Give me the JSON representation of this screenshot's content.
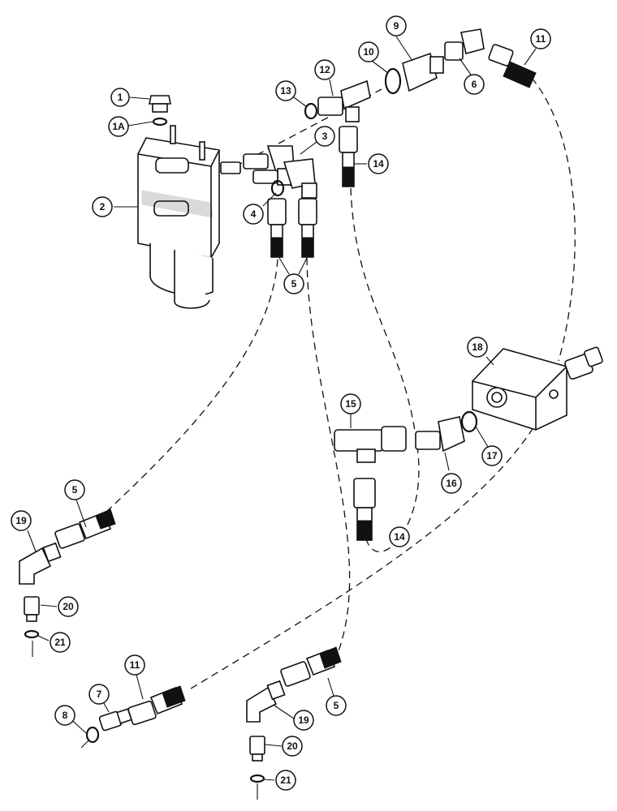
{
  "callouts": [
    {
      "id": "c1",
      "label": "1"
    },
    {
      "id": "c1a",
      "label": "1A"
    },
    {
      "id": "c2",
      "label": "2"
    },
    {
      "id": "c3",
      "label": "3"
    },
    {
      "id": "c4",
      "label": "4"
    },
    {
      "id": "c5a",
      "label": "5"
    },
    {
      "id": "c5b",
      "label": "5"
    },
    {
      "id": "c5c",
      "label": "5"
    },
    {
      "id": "c6",
      "label": "6"
    },
    {
      "id": "c7",
      "label": "7"
    },
    {
      "id": "c8",
      "label": "8"
    },
    {
      "id": "c9",
      "label": "9"
    },
    {
      "id": "c10",
      "label": "10"
    },
    {
      "id": "c11a",
      "label": "11"
    },
    {
      "id": "c11b",
      "label": "11"
    },
    {
      "id": "c12",
      "label": "12"
    },
    {
      "id": "c13",
      "label": "13"
    },
    {
      "id": "c14a",
      "label": "14"
    },
    {
      "id": "c14b",
      "label": "14"
    },
    {
      "id": "c15",
      "label": "15"
    },
    {
      "id": "c16",
      "label": "16"
    },
    {
      "id": "c17",
      "label": "17"
    },
    {
      "id": "c18",
      "label": "18"
    },
    {
      "id": "c19a",
      "label": "19"
    },
    {
      "id": "c19b",
      "label": "19"
    },
    {
      "id": "c20a",
      "label": "20"
    },
    {
      "id": "c20b",
      "label": "20"
    },
    {
      "id": "c21a",
      "label": "21"
    },
    {
      "id": "c21b",
      "label": "21"
    }
  ]
}
